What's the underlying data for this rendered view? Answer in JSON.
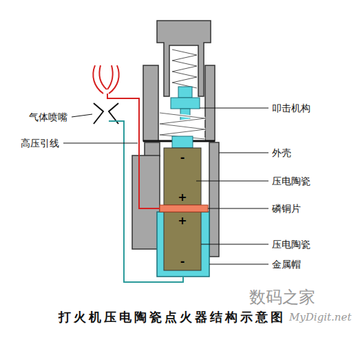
{
  "diagram": {
    "caption": "打火机压电陶瓷点火器结构示意图",
    "labels": [
      "气体喷嘴",
      "高压引线",
      "叩击机构",
      "外壳",
      "压电陶瓷",
      "磷铜片",
      "压电陶瓷",
      "金属帽",
      "-",
      "+",
      "+",
      "-",
      "数码之家",
      "MyDigit.net"
    ]
  }
}
